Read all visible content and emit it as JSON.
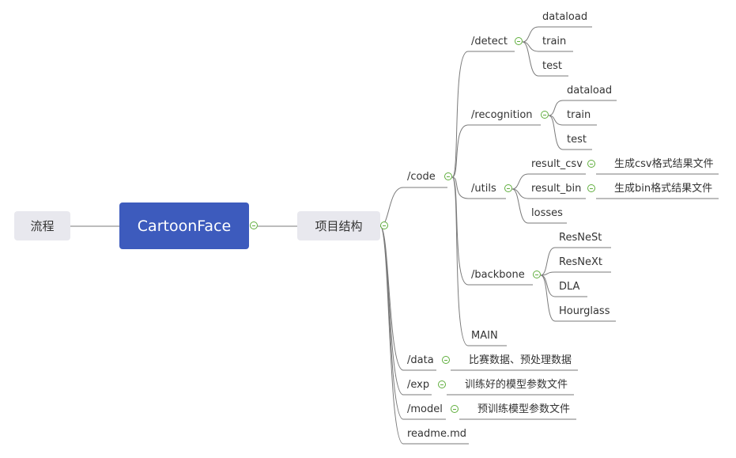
{
  "root": {
    "left_label": "流程",
    "center_label": "CartoonFace",
    "right_label": "项目结构"
  },
  "code": {
    "label": "/code",
    "detect": {
      "label": "/detect",
      "children": [
        "dataload",
        "train",
        "test"
      ]
    },
    "recognition": {
      "label": "/recognition",
      "children": [
        "dataload",
        "train",
        "test"
      ]
    },
    "utils": {
      "label": "/utils",
      "result_csv": "result_csv",
      "result_csv_note": "生成csv格式结果文件",
      "result_bin": "result_bin",
      "result_bin_note": "生成bin格式结果文件",
      "losses": "losses"
    },
    "backbone": {
      "label": "/backbone",
      "children": [
        "ResNeSt",
        "ResNeXt",
        "DLA",
        "Hourglass"
      ]
    },
    "main": "MAIN"
  },
  "data": {
    "label": "/data",
    "note": "比赛数据、预处理数据"
  },
  "exp": {
    "label": "/exp",
    "note": "训练好的模型参数文件"
  },
  "model": {
    "label": "/model",
    "note": "预训练模型参数文件"
  },
  "readme": "readme.md",
  "colors": {
    "line": "#7a7a7a",
    "center_fill": "#3d5bbd",
    "box_fill": "#e8e8ee",
    "toggle": "#5fae3c"
  }
}
